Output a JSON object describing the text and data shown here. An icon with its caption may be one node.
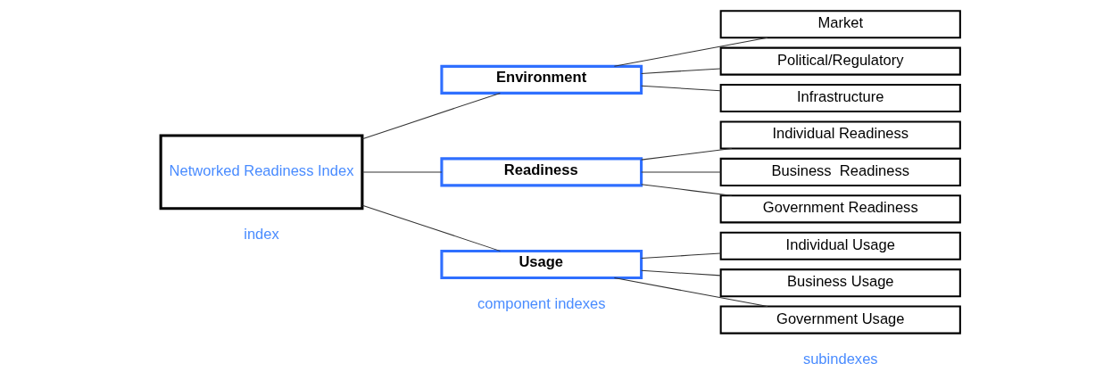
{
  "diagram": {
    "nodes": [
      {
        "text": [
          "Networked Readiness Index"
        ]
      },
      {
        "text": [
          "Environment"
        ]
      },
      {
        "text": [
          "Readiness"
        ]
      },
      {
        "text": [
          "Usage"
        ]
      },
      {
        "text": [
          "Market"
        ]
      },
      {
        "text": [
          "Political/Regulatory"
        ]
      },
      {
        "text": [
          "Infrastructure"
        ]
      },
      {
        "text": [
          "Individual Readiness"
        ]
      },
      {
        "text": [
          "Business  Readiness"
        ]
      },
      {
        "text": [
          "Government Readiness"
        ]
      },
      {
        "text": [
          "Individual Usage"
        ]
      },
      {
        "text": [
          "Business Usage"
        ]
      },
      {
        "text": [
          "Government Usage"
        ]
      }
    ],
    "edges": [
      {
        "from": 0,
        "to": 1,
        "arrow": "none"
      },
      {
        "from": 0,
        "to": 2,
        "arrow": "none"
      },
      {
        "from": 0,
        "to": 3,
        "arrow": "none"
      },
      {
        "from": 1,
        "to": 4,
        "arrow": "none"
      },
      {
        "from": 1,
        "to": 5,
        "arrow": "none"
      },
      {
        "from": 1,
        "to": 6,
        "arrow": "none"
      },
      {
        "from": 2,
        "to": 7,
        "arrow": "none"
      },
      {
        "from": 2,
        "to": 8,
        "arrow": "none"
      },
      {
        "from": 2,
        "to": 9,
        "arrow": "none"
      },
      {
        "from": 3,
        "to": 10,
        "arrow": "none"
      },
      {
        "from": 3,
        "to": 11,
        "arrow": "none"
      },
      {
        "from": 3,
        "to": 12,
        "arrow": "none"
      }
    ],
    "labels": [
      "index",
      "component indexes",
      "subindexes"
    ]
  }
}
